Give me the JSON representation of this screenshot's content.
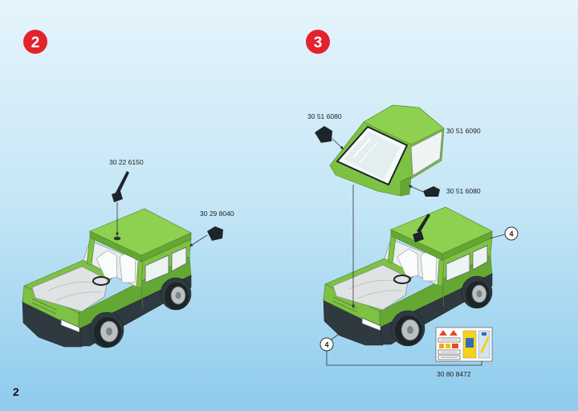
{
  "page": {
    "number": "2"
  },
  "steps": [
    {
      "number": "2"
    },
    {
      "number": "3"
    }
  ],
  "step2": {
    "antenna_part_no": "30 22 6150",
    "mirror_part_no": "30 29 8040"
  },
  "step3": {
    "mirror_left_part_no": "30 51 6080",
    "roof_part_no": "30 51 6090",
    "mirror_right_part_no": "30 51 6080",
    "sticker_sheet_part_no": "30 80 8472",
    "callouts": [
      "4",
      "4"
    ]
  },
  "icons": [
    "car-icon",
    "antenna-icon",
    "mirror-icon",
    "roof-icon",
    "sticker-sheet-icon"
  ],
  "colors": {
    "background_top": "#e6f4fb",
    "background_bottom": "#8ecbed",
    "body_green": "#7dc243",
    "body_green_dark": "#64a833",
    "roof_green": "#8ed150",
    "chassis_dark": "#2e3a40",
    "step_badge_red": "#e3222b"
  }
}
